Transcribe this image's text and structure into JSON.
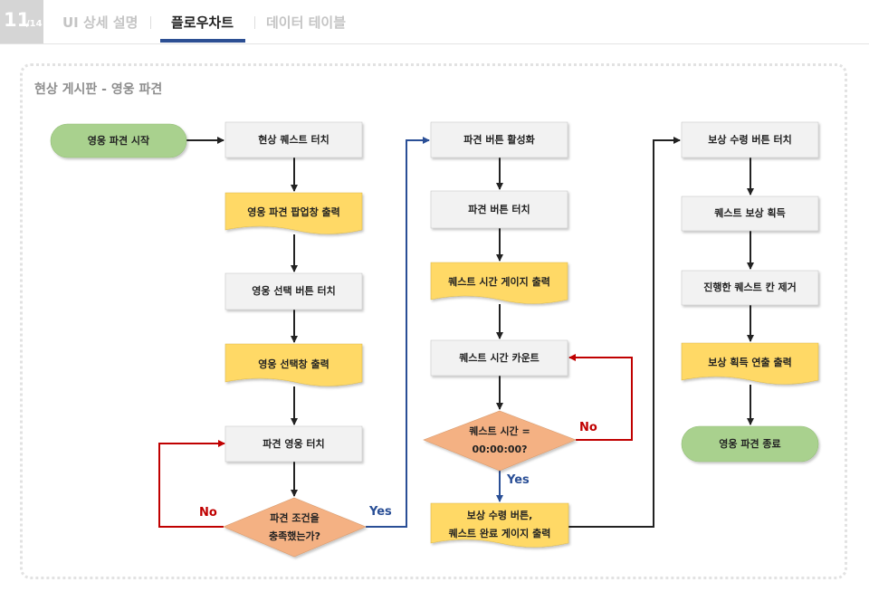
{
  "header": {
    "page_current": "11",
    "page_total": "/14",
    "tabs": [
      {
        "label": "UI 상세 설명",
        "active": false
      },
      {
        "label": "플로우차트",
        "active": true
      },
      {
        "label": "데이터 테이블",
        "active": false
      }
    ]
  },
  "section_title": "현상 게시판 - 영웅 파견",
  "colors": {
    "terminal_fill": "#a9d18e",
    "process_fill": "#f2f2f2",
    "document_fill": "#ffd966",
    "decision_fill": "#f4b183",
    "no_edge": "#c00000",
    "yes_edge": "#2a4f96",
    "edge": "#222222"
  },
  "flowchart": {
    "nodes": [
      {
        "id": "start",
        "type": "terminal",
        "label": "영웅 파견 시작"
      },
      {
        "id": "n1",
        "type": "process",
        "label": "현상 퀘스트 터치"
      },
      {
        "id": "n2",
        "type": "document",
        "label": "영웅 파견 팝업창 출력"
      },
      {
        "id": "n3",
        "type": "process",
        "label": "영웅 선택 버튼 터치"
      },
      {
        "id": "n4",
        "type": "document",
        "label": "영웅 선택창 출력"
      },
      {
        "id": "n5",
        "type": "process",
        "label": "파견 영웅 터치"
      },
      {
        "id": "d1",
        "type": "decision",
        "label": "파견 조건을\n충족했는가?"
      },
      {
        "id": "m1",
        "type": "process",
        "label": "파견 버튼 활성화"
      },
      {
        "id": "m2",
        "type": "process",
        "label": "파견 버튼 터치"
      },
      {
        "id": "m3",
        "type": "document",
        "label": "퀘스트 시간 게이지 출력"
      },
      {
        "id": "m4",
        "type": "process",
        "label": "퀘스트 시간 카운트"
      },
      {
        "id": "d2",
        "type": "decision",
        "label": "퀘스트 시간 =\n00:00:00?"
      },
      {
        "id": "m5",
        "type": "document",
        "label": "보상 수령 버튼,\n퀘스트 완료 게이지 출력"
      },
      {
        "id": "r1",
        "type": "process",
        "label": "보상 수령 버튼 터치"
      },
      {
        "id": "r2",
        "type": "process",
        "label": "퀘스트 보상 획득"
      },
      {
        "id": "r3",
        "type": "process",
        "label": "진행한 퀘스트 칸 제거"
      },
      {
        "id": "r4",
        "type": "document",
        "label": "보상 획득 연출 출력"
      },
      {
        "id": "end",
        "type": "terminal",
        "label": "영웅 파견 종료"
      }
    ],
    "edges": [
      {
        "from": "start",
        "to": "n1"
      },
      {
        "from": "n1",
        "to": "n2"
      },
      {
        "from": "n2",
        "to": "n3"
      },
      {
        "from": "n3",
        "to": "n4"
      },
      {
        "from": "n4",
        "to": "n5"
      },
      {
        "from": "n5",
        "to": "d1"
      },
      {
        "from": "d1",
        "to": "n5",
        "label": "No"
      },
      {
        "from": "d1",
        "to": "m1",
        "label": "Yes"
      },
      {
        "from": "m1",
        "to": "m2"
      },
      {
        "from": "m2",
        "to": "m3"
      },
      {
        "from": "m3",
        "to": "m4"
      },
      {
        "from": "m4",
        "to": "d2"
      },
      {
        "from": "d2",
        "to": "m4",
        "label": "No"
      },
      {
        "from": "d2",
        "to": "m5",
        "label": "Yes"
      },
      {
        "from": "m5",
        "to": "r1"
      },
      {
        "from": "r1",
        "to": "r2"
      },
      {
        "from": "r2",
        "to": "r3"
      },
      {
        "from": "r3",
        "to": "r4"
      },
      {
        "from": "r4",
        "to": "end"
      }
    ]
  }
}
